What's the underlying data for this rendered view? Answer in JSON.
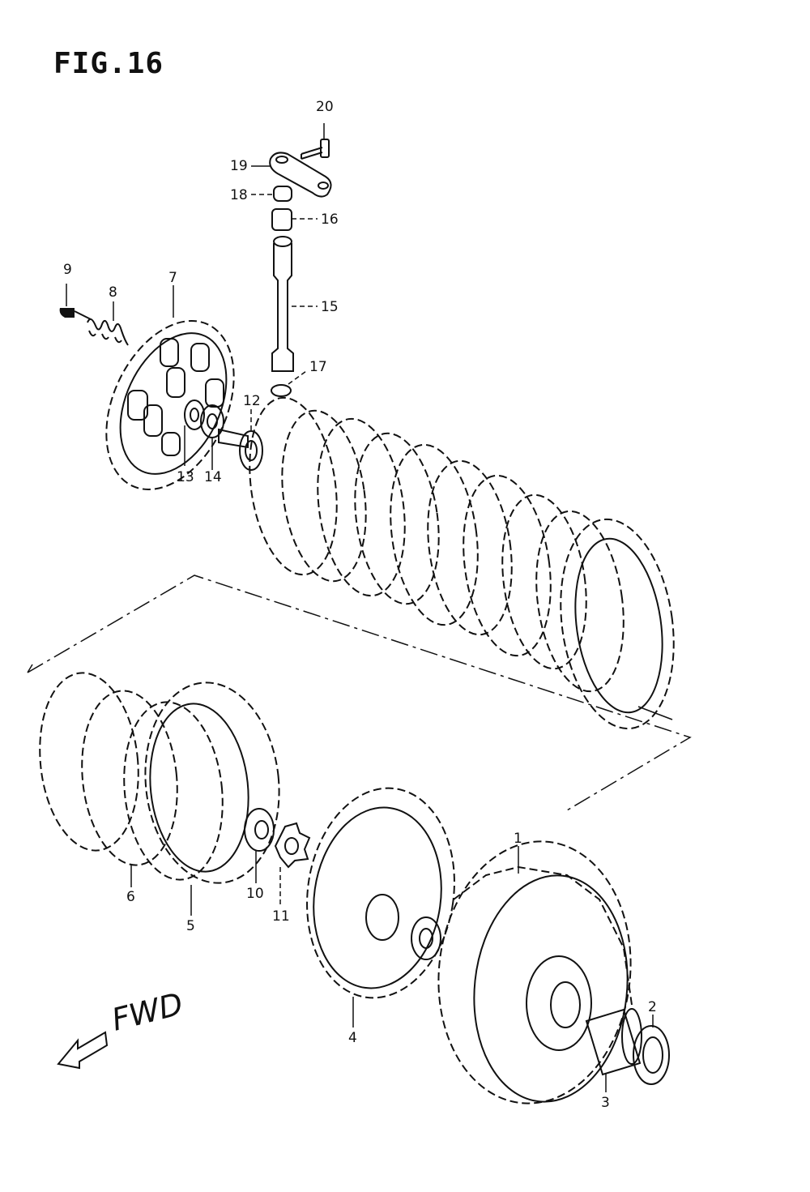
{
  "figure": {
    "title": "FIG.16"
  },
  "direction": {
    "label": "FWD"
  },
  "callouts": [
    {
      "id": "c20",
      "text": "20"
    },
    {
      "id": "c19",
      "text": "19"
    },
    {
      "id": "c18",
      "text": "18"
    },
    {
      "id": "c16",
      "text": "16"
    },
    {
      "id": "c15",
      "text": "15"
    },
    {
      "id": "c17",
      "text": "17"
    },
    {
      "id": "c9",
      "text": "9"
    },
    {
      "id": "c8",
      "text": "8"
    },
    {
      "id": "c7",
      "text": "7"
    },
    {
      "id": "c12",
      "text": "12"
    },
    {
      "id": "c13",
      "text": "13"
    },
    {
      "id": "c14",
      "text": "14"
    },
    {
      "id": "c6",
      "text": "6"
    },
    {
      "id": "c5",
      "text": "5"
    },
    {
      "id": "c10",
      "text": "10"
    },
    {
      "id": "c11",
      "text": "11"
    },
    {
      "id": "c4",
      "text": "4"
    },
    {
      "id": "c1",
      "text": "1"
    },
    {
      "id": "c2",
      "text": "2"
    },
    {
      "id": "c3",
      "text": "3"
    }
  ]
}
